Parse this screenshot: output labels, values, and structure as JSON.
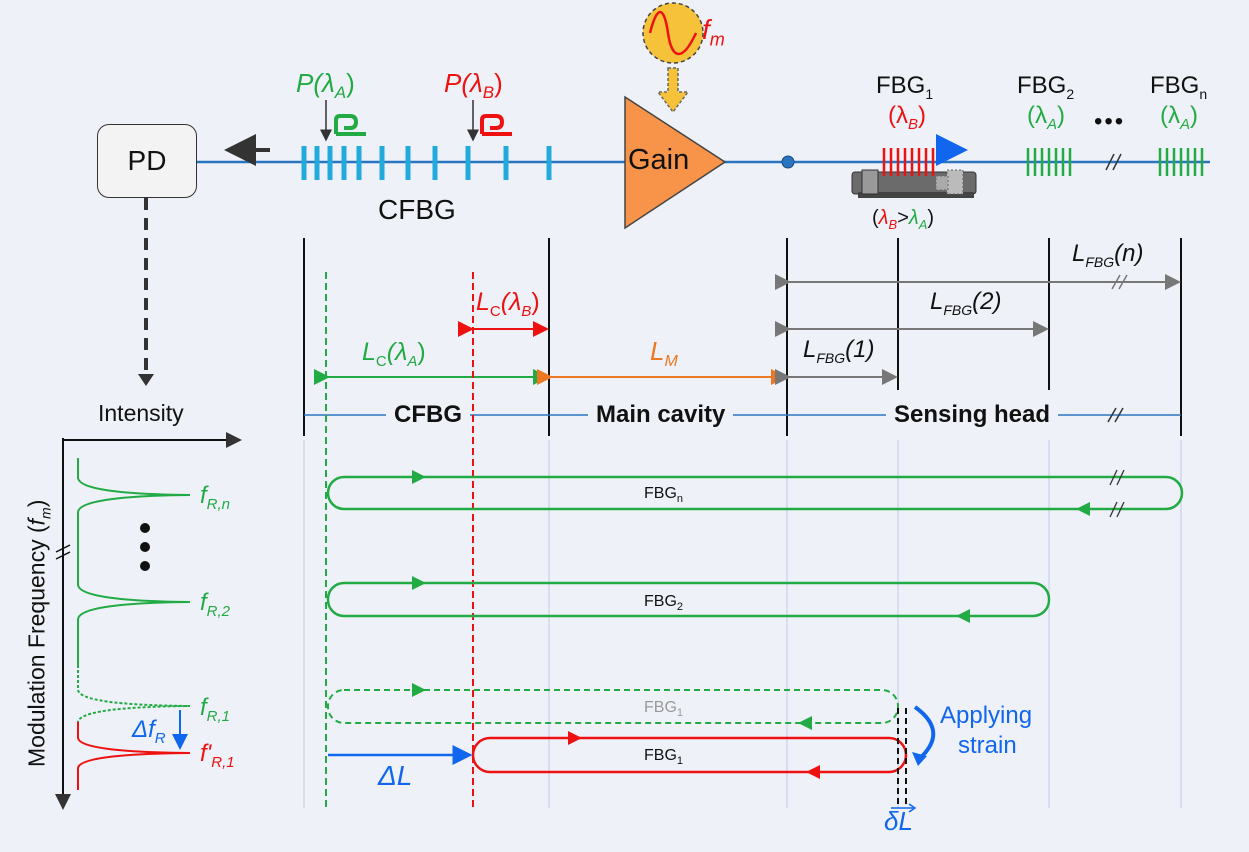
{
  "pd_label": "PD",
  "cfbg_label": "CFBG",
  "gain_label": "Gain",
  "fm_label": "f",
  "fm_sub": "m",
  "p_a": {
    "text": "P(λ",
    "sub": "A",
    "close": ")"
  },
  "p_b": {
    "text": "P(λ",
    "sub": "B",
    "close": ")"
  },
  "fbg1": {
    "name": "FBG",
    "sub": "1",
    "wl": "(λ",
    "wl_sub": "B",
    "wl_close": ")"
  },
  "fbg2": {
    "name": "FBG",
    "sub": "2",
    "wl": "(λ",
    "wl_sub": "A",
    "wl_close": ")"
  },
  "fbgn": {
    "name": "FBG",
    "sub": "n",
    "wl": "(λ",
    "wl_sub": "A",
    "wl_close": ")"
  },
  "ellipsis": "•••",
  "relation": {
    "open": "(",
    "lb": "λ",
    "lb_sub": "B",
    "gt": ">",
    "la": "λ",
    "la_sub": "A",
    "close": ")"
  },
  "lengths": {
    "lc_a": {
      "L": "L",
      "sub": "C",
      "rest": "(λ",
      "rest_sub": "A",
      "close": ")"
    },
    "lc_b": {
      "L": "L",
      "sub": "C",
      "rest": "(λ",
      "rest_sub": "B",
      "close": ")"
    },
    "lm": {
      "L": "L",
      "sub": "M"
    },
    "lfbg1": {
      "L": "L",
      "sub": "FBG",
      "rest": "(1)"
    },
    "lfbg2": {
      "L": "L",
      "sub": "FBG",
      "rest": "(2)"
    },
    "lfbgn": {
      "L": "L",
      "sub": "FBG",
      "rest": "(n)"
    }
  },
  "sections": {
    "cfbg": "CFBG",
    "main": "Main cavity",
    "sensing": "Sensing head"
  },
  "intensity_label": "Intensity",
  "mod_freq_label": "Modulation Frequency (",
  "mod_freq_fm": "f",
  "mod_freq_sub": "m",
  "mod_freq_close": ")",
  "freqs": {
    "frn": {
      "f": "f",
      "sub": "R,n"
    },
    "fr2": {
      "f": "f",
      "sub": "R,2"
    },
    "fr1": {
      "f": "f",
      "sub": "R,1"
    },
    "fr1p": {
      "f": "f'",
      "sub": "R,1"
    },
    "dfr": {
      "d": "Δf",
      "sub": "R"
    }
  },
  "loops": {
    "n": {
      "name": "FBG",
      "sub": "n"
    },
    "two": {
      "name": "FBG",
      "sub": "2"
    },
    "one_dash": {
      "name": "FBG",
      "sub": "1"
    },
    "one": {
      "name": "FBG",
      "sub": "1"
    }
  },
  "applying_strain": [
    "Applying",
    "strain"
  ],
  "delta_L": "ΔL",
  "small_delta_L": "δL",
  "colors": {
    "green": "#22aa44",
    "red": "#ee1111",
    "orange": "#ee7722",
    "blue": "#1166ee",
    "fiber": "#2a75c0",
    "cyan": "#22aadd",
    "gain": "#f7944a"
  }
}
